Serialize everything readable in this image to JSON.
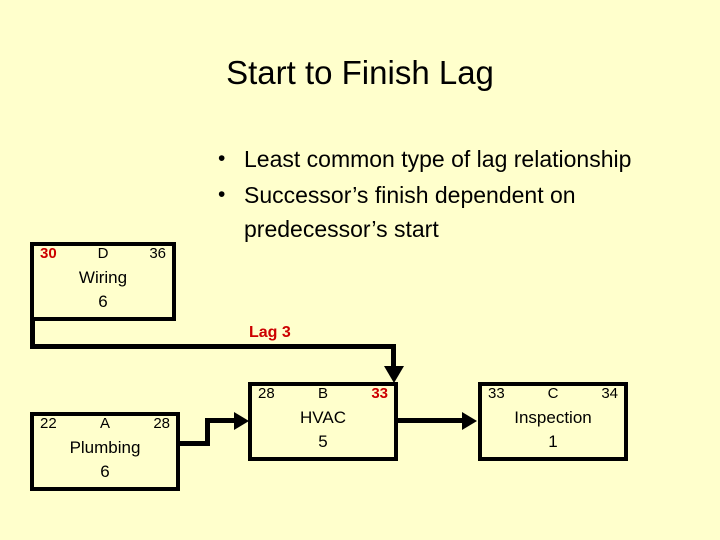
{
  "slide": {
    "background_color": "#FFFFCC",
    "title": "Start to Finish Lag"
  },
  "bullets": [
    {
      "marker": "•",
      "text": "Least common type of lag relationship"
    },
    {
      "marker": "•",
      "text": "Successor’s finish dependent on predecessor’s start"
    }
  ],
  "colors": {
    "accent_red": "#CC0000",
    "line_black": "#000000",
    "background": "#FFFFCC"
  },
  "network": {
    "nodes": [
      {
        "id": "D",
        "early_start": "30",
        "label": "D",
        "early_finish": "36",
        "name": "Wiring",
        "duration": "6",
        "es_color": "#CC0000",
        "ef_color": "#000000"
      },
      {
        "id": "A",
        "early_start": "22",
        "label": "A",
        "early_finish": "28",
        "name": "Plumbing",
        "duration": "6",
        "es_color": "#000000",
        "ef_color": "#000000"
      },
      {
        "id": "B",
        "early_start": "28",
        "label": "B",
        "early_finish": "33",
        "name": "HVAC",
        "duration": "5",
        "es_color": "#000000",
        "ef_color": "#CC0000"
      },
      {
        "id": "C",
        "early_start": "33",
        "label": "C",
        "early_finish": "34",
        "name": "Inspection",
        "duration": "1",
        "es_color": "#000000",
        "ef_color": "#000000"
      }
    ],
    "links": [
      {
        "id": "lag-link",
        "from": "D",
        "to": "B",
        "label": "Lag 3"
      },
      {
        "id": "a-to-b",
        "from": "A",
        "to": "B",
        "label": ""
      },
      {
        "id": "b-to-c",
        "from": "B",
        "to": "C",
        "label": ""
      }
    ]
  }
}
